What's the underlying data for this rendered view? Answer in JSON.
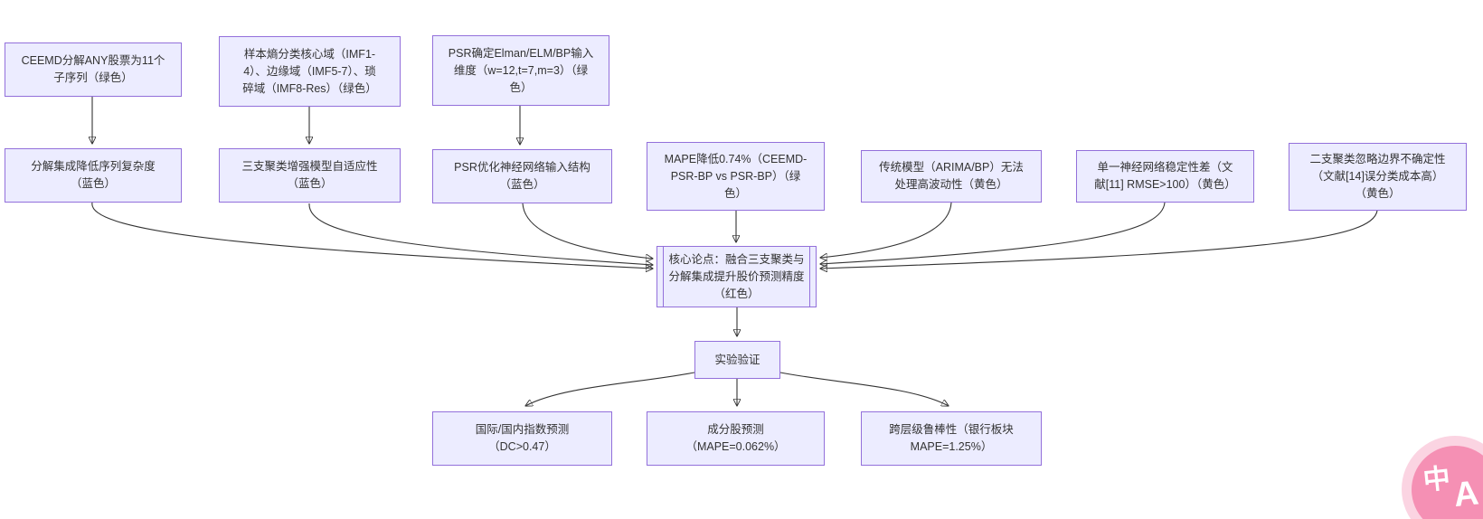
{
  "theme": {
    "node_fill": "#ECECFF",
    "node_border": "#9370DB",
    "arrow_color": "#333333",
    "text_color": "#333333",
    "badge_pink": "#F590B4",
    "badge_halo": "#FBD4E2",
    "canvas_bg": "#FFFFFF"
  },
  "nodes": {
    "ceemd": {
      "label": "CEEMD分解ANY股票为11个\n子序列（绿色）"
    },
    "entropy": {
      "label": "样本熵分类核心域（IMF1-\n4）、边缘域（IMF5-7）、琐\n碎域（IMF8-Res）（绿色）"
    },
    "psr_dim": {
      "label": "PSR确定Elman/ELM/BP输入\n维度（w=12,t=7,m=3）（绿\n色）"
    },
    "decomp": {
      "label": "分解集成降低序列复杂度\n（蓝色）"
    },
    "threeway": {
      "label": "三支聚类增强模型自适应性\n（蓝色）"
    },
    "psr_opt": {
      "label": "PSR优化神经网络输入结构\n（蓝色）"
    },
    "mape": {
      "label": "MAPE降低0.74%（CEEMD-\nPSR-BP vs PSR-BP）（绿\n色）"
    },
    "traditional": {
      "label": "传统模型（ARIMA/BP）无法\n处理高波动性（黄色）"
    },
    "single_nn": {
      "label": "单一神经网络稳定性差（文\n献[11] RMSE>100）（黄色）"
    },
    "twoway": {
      "label": "二支聚类忽略边界不确定性\n（文献[14]误分类成本高）\n（黄色）"
    },
    "core": {
      "label": "核心论点：融合三支聚类与\n分解集成提升股价预测精度\n（红色）"
    },
    "experiment": {
      "label": "实验验证"
    },
    "index_pred": {
      "label": "国际/国内指数预测\n（DC>0.47）"
    },
    "stock_pred": {
      "label": "成分股预测\n（MAPE=0.062%）"
    },
    "robustness": {
      "label": "跨层级鲁棒性（银行板块\nMAPE=1.25%）"
    }
  },
  "edges": [
    {
      "from": "ceemd",
      "to": "decomp"
    },
    {
      "from": "entropy",
      "to": "threeway"
    },
    {
      "from": "psr_dim",
      "to": "psr_opt"
    },
    {
      "from": "decomp",
      "to": "core"
    },
    {
      "from": "threeway",
      "to": "core"
    },
    {
      "from": "psr_opt",
      "to": "core"
    },
    {
      "from": "mape",
      "to": "core"
    },
    {
      "from": "traditional",
      "to": "core"
    },
    {
      "from": "single_nn",
      "to": "core"
    },
    {
      "from": "twoway",
      "to": "core"
    },
    {
      "from": "core",
      "to": "experiment"
    },
    {
      "from": "experiment",
      "to": "index_pred"
    },
    {
      "from": "experiment",
      "to": "stock_pred"
    },
    {
      "from": "experiment",
      "to": "robustness"
    }
  ],
  "badge": {
    "zh": "中",
    "en": "A"
  }
}
